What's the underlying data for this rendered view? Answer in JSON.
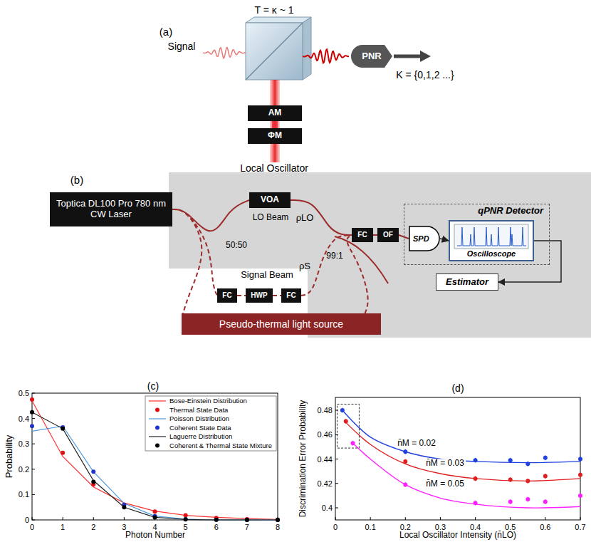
{
  "diagram": {
    "nodes": [
      {
        "text": [
          "PNR"
        ]
      },
      {
        "text": [
          "AM"
        ]
      },
      {
        "text": [
          "ΦM"
        ]
      },
      {
        "text": [
          "Toptica DL100 Pro 780 nm CW Laser"
        ]
      },
      {
        "text": [
          "VOA"
        ]
      },
      {
        "text": [
          "FC"
        ]
      },
      {
        "text": [
          "OF"
        ]
      },
      {
        "text": [
          "qPNR Detector"
        ]
      },
      {
        "text": [
          "SPD"
        ],
        "in": 7
      },
      {
        "text": [
          "Oscilloscope"
        ],
        "in": 7
      },
      {
        "text": [
          "Estimator"
        ]
      },
      {
        "text": [
          "FC"
        ]
      },
      {
        "text": [
          "HWP"
        ]
      },
      {
        "text": [
          "FC"
        ]
      },
      {
        "text": [
          "Pseudo-thermal light source"
        ]
      }
    ],
    "edges": [
      {
        "from": 2,
        "to": 1,
        "arrow": "none"
      },
      {
        "from": 3,
        "to": 4,
        "arrow": "none"
      },
      {
        "from": 3,
        "to": 11,
        "arrow": "none"
      },
      {
        "from": 3,
        "to": 14,
        "arrow": "none"
      },
      {
        "from": 4,
        "to": 5,
        "arrow": "none"
      },
      {
        "from": 13,
        "to": 5,
        "arrow": "none"
      },
      {
        "from": 14,
        "to": 5,
        "arrow": "none"
      },
      {
        "from": 11,
        "to": 12,
        "arrow": "none"
      },
      {
        "from": 12,
        "to": 13,
        "arrow": "none"
      },
      {
        "from": 5,
        "to": 6,
        "arrow": "none"
      },
      {
        "from": 6,
        "to": 8,
        "arrow": "none"
      },
      {
        "from": 8,
        "to": 9,
        "arrow": "to"
      },
      {
        "from": 9,
        "to": 10,
        "arrow": "to"
      }
    ],
    "labels": [
      "(a)",
      "T = κ ~ 1",
      "Signal",
      "K = {0,1,2 ...}",
      "Local Oscillator",
      "(b)",
      "LO Beam",
      "ρLO",
      "50:50",
      "99:1",
      "ρS",
      "Signal Beam",
      "(c)",
      "Probability",
      "Photon Number",
      "0",
      "0.1",
      "0.2",
      "0.3",
      "0.4",
      "0.5",
      "0",
      "1",
      "2",
      "3",
      "4",
      "5",
      "6",
      "7",
      "8",
      "(d)",
      "Discrimination Error Probability",
      "Local Oscillator Intensity (n̄LO)",
      "0.4",
      "0.42",
      "0.44",
      "0.46",
      "0.48",
      "0",
      "0.1",
      "0.2",
      "0.3",
      "0.4",
      "0.5",
      "0.6",
      "0.7",
      "n̄M = 0.02",
      "n̄M = 0.03",
      "n̄M = 0.05"
    ],
    "legend": [
      {
        "text": "Bose-Einstein Distribution"
      },
      {
        "text": "Thermal State Data"
      },
      {
        "text": "Poisson Distribution"
      },
      {
        "text": "Coherent State Data"
      },
      {
        "text": "Laguerre Distribution"
      },
      {
        "text": "Coherent & Thermal State Mixture"
      }
    ]
  }
}
